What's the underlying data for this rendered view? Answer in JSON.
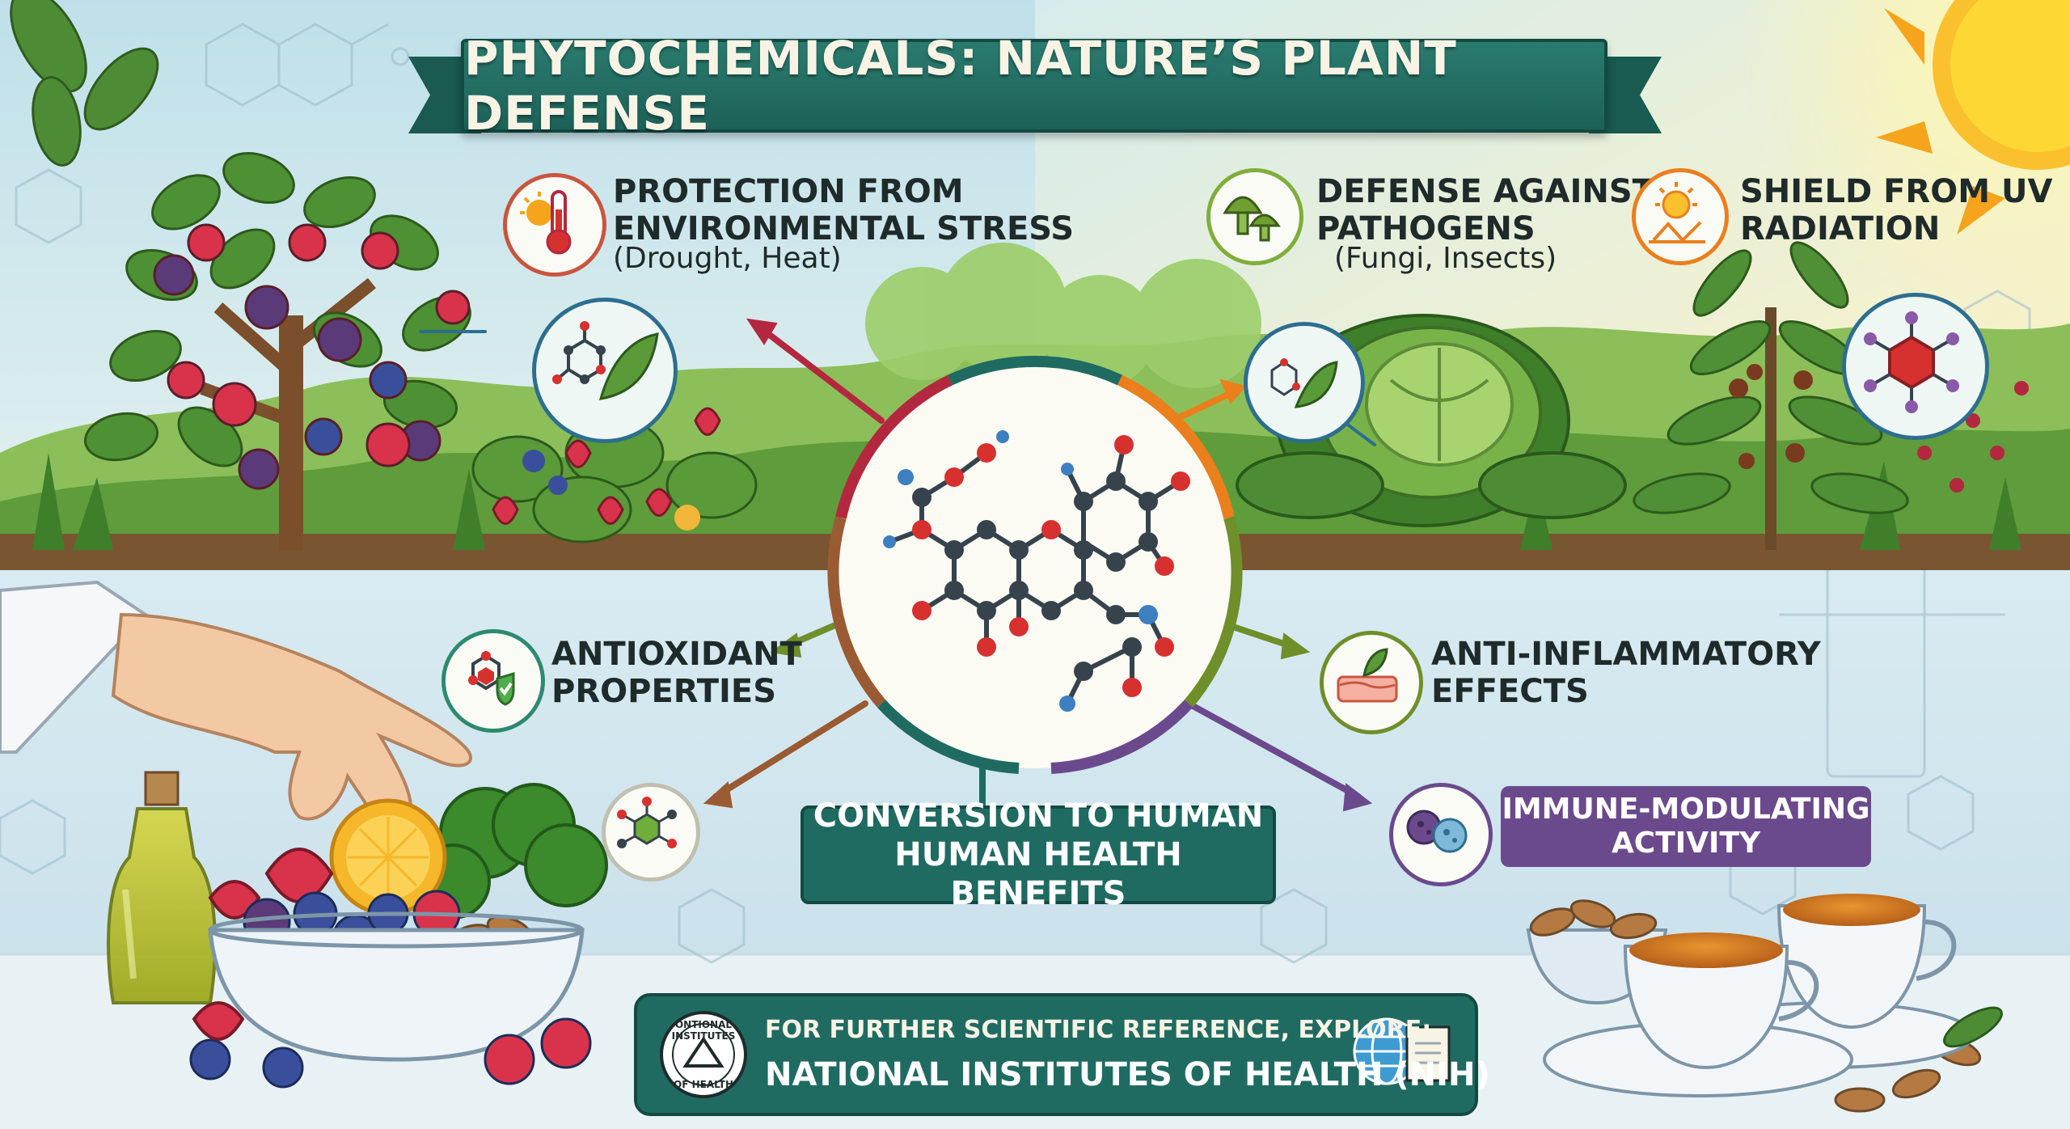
{
  "title": "PHYTOCHEMICALS: NATURE’S PLANT DEFENSE",
  "plant_defense": [
    {
      "id": "environmental-stress",
      "label_lines": [
        "PROTECTION FROM",
        "ENVIRONMENTAL STRESS"
      ],
      "detail": "(Drought, Heat)",
      "icon": "thermometer-sun-icon"
    },
    {
      "id": "pathogens",
      "label_lines": [
        "DEFENSE AGAINST",
        "PATHOGENS"
      ],
      "detail": "(Fungi, Insects)",
      "icon": "mushroom-icon"
    },
    {
      "id": "uv-radiation",
      "label_lines": [
        "SHIELD FROM UV",
        "RADIATION"
      ],
      "detail": "",
      "icon": "sun-reflection-icon"
    }
  ],
  "human_benefits": [
    {
      "id": "antioxidant",
      "label_lines": [
        "ANTIOXIDANT",
        "PROPERTIES"
      ],
      "icon": "molecule-shield-icon"
    },
    {
      "id": "anti-inflammatory",
      "label_lines": [
        "ANTI-INFLAMMATORY",
        "EFFECTS"
      ],
      "icon": "skin-leaf-icon"
    },
    {
      "id": "immune-modulating",
      "label_lines": [
        "IMMUNE-MODULATING",
        "ACTIVITY"
      ],
      "icon": "immune-cells-icon"
    }
  ],
  "conversion_box": {
    "lines": [
      "CONVERSION TO HUMAN",
      "HUMAN HEALTH BENEFITS"
    ]
  },
  "footer": {
    "prompt": "FOR FURTHER SCIENTIFIC REFERENCE, EXPLORE:",
    "org": "NATIONAL INSTITUTES OF HEALTH (NIH)",
    "seal_top": "ONTIONAL INSTITUTES",
    "seal_bottom": "OF HEALTH"
  },
  "colors": {
    "teal": "#1f6b61",
    "crimson": "#b3283f",
    "orange": "#ea7f1c",
    "olive": "#6f8f2a",
    "brown": "#9a5b33",
    "purple": "#6a4a8c",
    "atom_red": "#d6312f",
    "atom_dark": "#36434d",
    "atom_blue": "#3d7fbf"
  }
}
